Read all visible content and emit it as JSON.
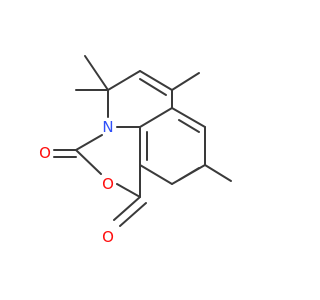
{
  "molecule": {
    "atoms": {
      "N": {
        "label": "N",
        "color": "#3050F8"
      },
      "O_ring": {
        "label": "O",
        "color": "#FF0D0D"
      },
      "O_top": {
        "label": "O",
        "color": "#FF0D0D"
      },
      "O_bottom": {
        "label": "O",
        "color": "#FF0D0D"
      }
    },
    "bond_color": "#3a3a3a"
  }
}
